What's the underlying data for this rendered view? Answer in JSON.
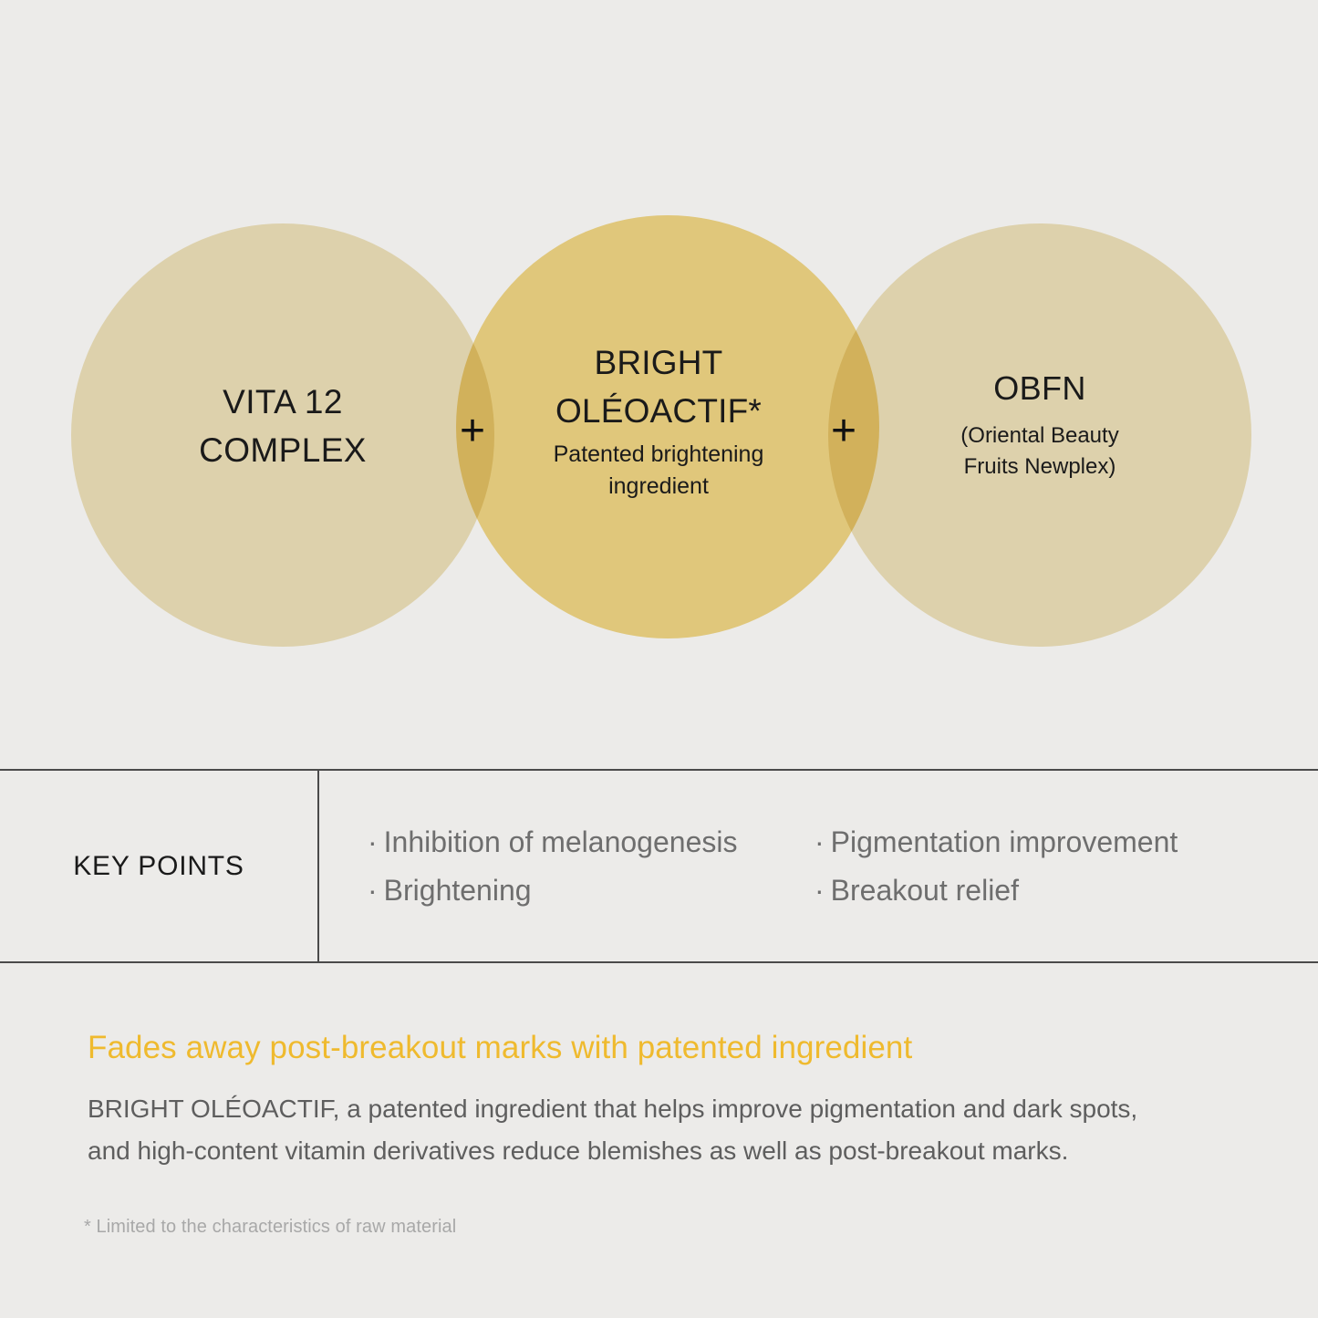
{
  "colors": {
    "background": "#ECEBE9",
    "circle_pale": "#EFE3BC",
    "circle_yellow": "#F2D887",
    "overlap_gold": "#EDC964",
    "headline_yellow": "#EFBA2E",
    "rule": "#4A4A4A",
    "body_text": "#5E5E5E",
    "keypoint_text": "#6E6E6E",
    "footnote_text": "#A8A8A8",
    "heading_text": "#1A1A1A"
  },
  "venn": {
    "circles": [
      {
        "id": "vita-12-complex",
        "title": "VITA 12\nCOMPLEX",
        "subtitle": ""
      },
      {
        "id": "bright-oleoactif",
        "title": "BRIGHT\nOLÉOACTIF*",
        "subtitle": "Patented brightening\ningredient"
      },
      {
        "id": "obfn",
        "title": "OBFN",
        "subtitle": "(Oriental Beauty\nFruits Newplex)"
      }
    ],
    "operators": [
      "+",
      "+"
    ]
  },
  "key_points": {
    "label": "KEY POINTS",
    "bullet": "·",
    "column_1": [
      "Inhibition of melanogenesis",
      "Brightening"
    ],
    "column_2": [
      "Pigmentation improvement",
      "Breakout relief"
    ]
  },
  "bottom": {
    "headline": "Fades away post-breakout marks with patented ingredient",
    "body": "BRIGHT OLÉOACTIF, a patented ingredient that helps improve pigmentation and dark spots,\nand high-content vitamin derivatives reduce blemishes as well as post-breakout marks.",
    "footnote": "* Limited to the characteristics of raw material"
  }
}
